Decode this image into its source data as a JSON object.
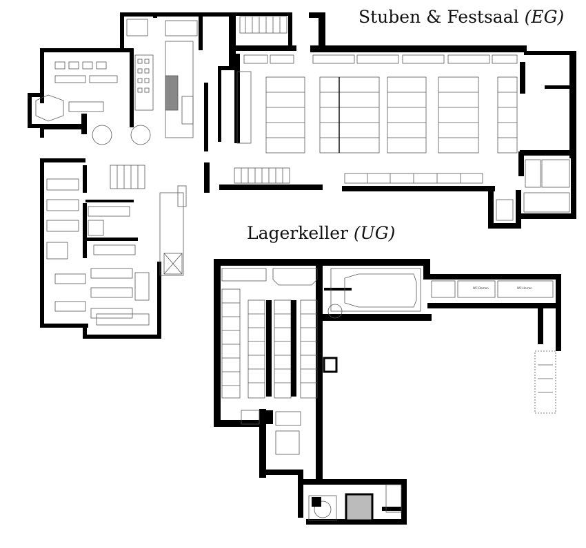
{
  "labels": {
    "eg_title": "Stuben & Festsaal",
    "eg_level": "(EG)",
    "ug_title": "Lagerkeller",
    "ug_level": "(UG)"
  },
  "small_text": {
    "wc_damen": "WC-Damen",
    "wc_herren": "WC-Herren"
  },
  "colors": {
    "wall": "#000000",
    "furniture": "#555555",
    "background": "#ffffff"
  }
}
